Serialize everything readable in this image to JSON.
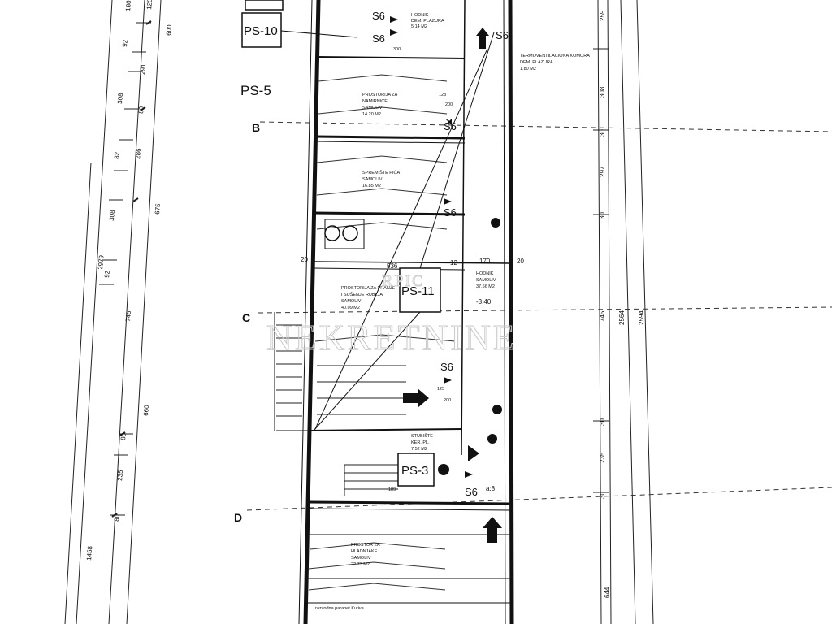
{
  "title": "",
  "watermark": {
    "line1": "RPIC",
    "line2": "NEKRETNINE"
  },
  "tags": {
    "ps10": "PS-10",
    "ps5": "PS-5",
    "ps11": "PS-11",
    "ps3": "PS-3"
  },
  "axes": {
    "b": "B",
    "c": "C",
    "d": "D"
  },
  "symbol_s6": "S6",
  "level": "-3.40",
  "level_small": "a:8",
  "rooms": [
    {
      "line1": "HODNIK",
      "line2": "DEM. PLAZURA",
      "line3": "5.14 M2"
    },
    {
      "line1": "TERMOVENTILACIONA KOMORA",
      "line2": "DEM. PLAZURA",
      "line3": "1.80 M2"
    },
    {
      "line1": "PROSTORIJA ZA",
      "line2": "NAMIRNICE",
      "line3": "SAMOLIV",
      "line4": "14.20 M2"
    },
    {
      "line1": "SPREMIŠTE PIĆA",
      "line2": "SAMOLIV",
      "line3": "16.85 M2"
    },
    {
      "line1": "PROSTORIJA ZA PRANJE",
      "line2": "I SUŠENJE RUBLJA",
      "line3": "SAMOLIV",
      "line4": "40.09 M2"
    },
    {
      "line1": "HODNIK",
      "line2": "SAMOLIV",
      "line3": "37.66 M2"
    },
    {
      "line1": "STUBIŠTE",
      "line2": "KER. PL.",
      "line3": "7.52 M2"
    },
    {
      "line1": "PROSTOR ZA",
      "line2": "HLADNJAKE",
      "line3": "SAMOLIV",
      "line4": "22.73 M2"
    }
  ],
  "floor_note": "razvodna parapet Kutiva",
  "dims_left_outer": [
    "180",
    "120",
    "92",
    "291",
    "308",
    "80",
    "82",
    "286",
    "308",
    "92",
    "745",
    "660",
    "80",
    "235",
    "80",
    "1458"
  ],
  "dims_left_inner": [
    "600",
    "675",
    "2979"
  ],
  "dims_right": [
    "259",
    "308",
    "30",
    "297",
    "30",
    "745",
    "2564",
    "2594",
    "30",
    "235",
    "30",
    "644"
  ],
  "dims_room": [
    "536",
    "12",
    "170",
    "20",
    "20",
    "300",
    "200",
    "200",
    "189",
    "128",
    "125"
  ]
}
